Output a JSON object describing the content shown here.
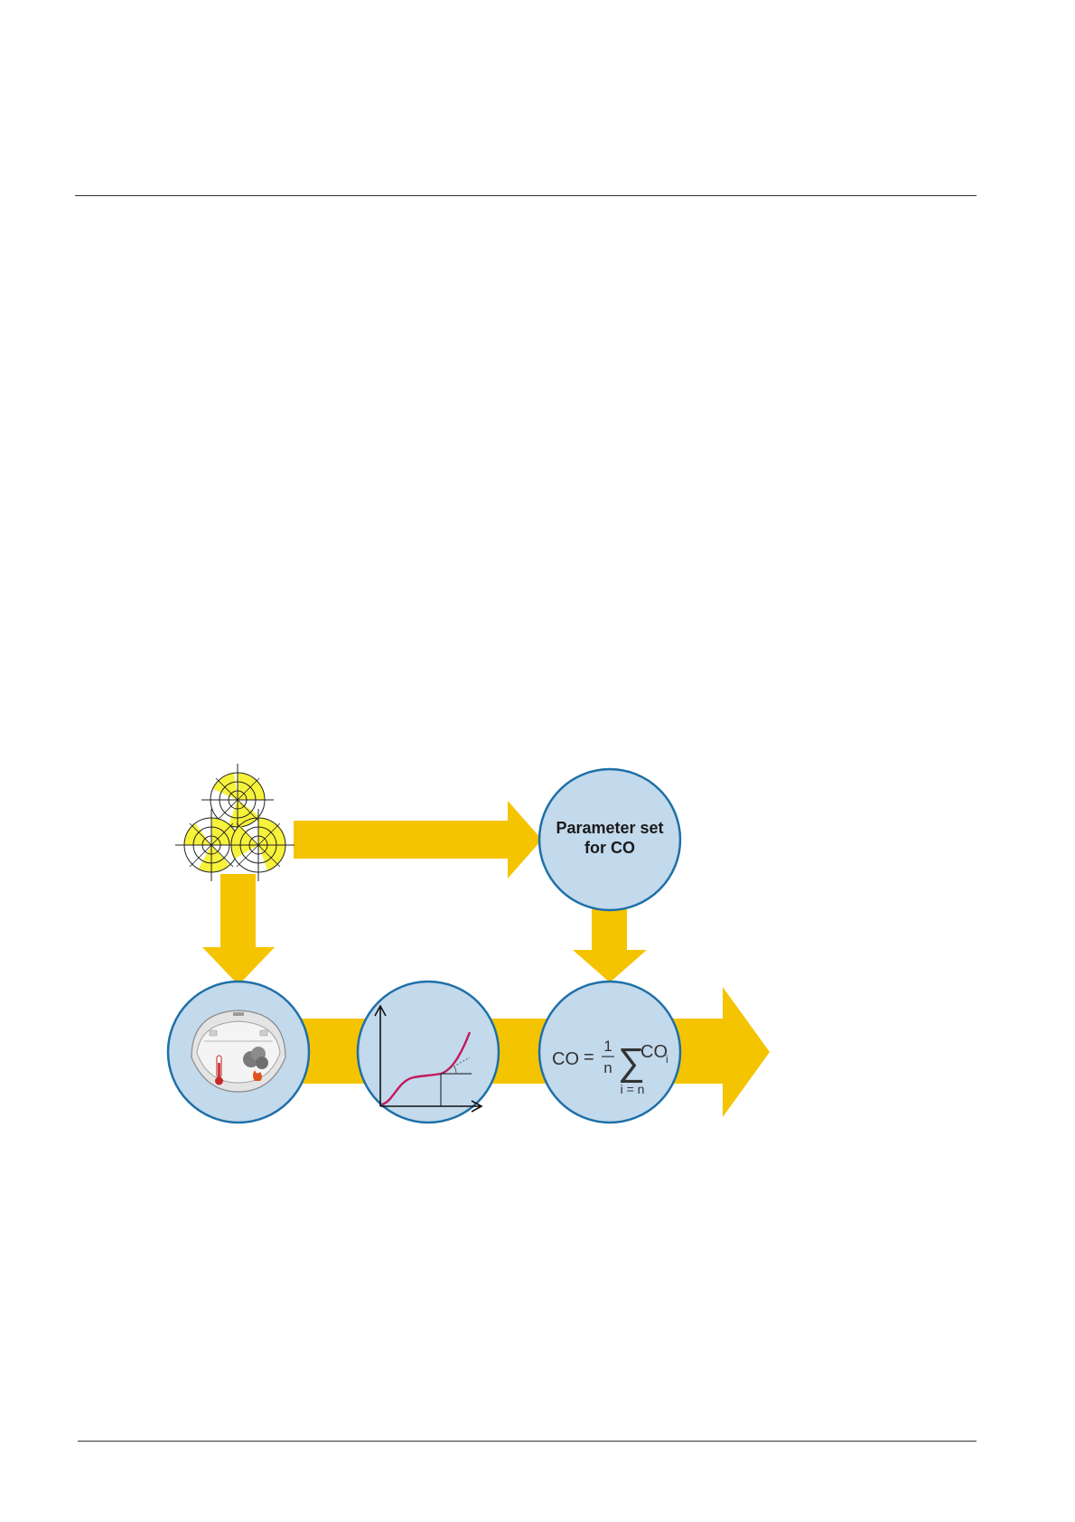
{
  "diagram": {
    "parameter_node": {
      "label_line1": "Parameter set",
      "label_line2": "for CO"
    },
    "formula": {
      "lhs": "CO",
      "equals": "=",
      "numerator": "1",
      "denominator": "n",
      "sum_symbol": "∑",
      "term": "CO",
      "term_subscript": "i",
      "sum_index": "i = n"
    },
    "icons": {
      "source": "polar-diagrams-icon",
      "detector": "smoke-detector-icon",
      "curve": "response-curve-icon",
      "thermometer": "thermometer-icon",
      "fire": "fire-icon"
    },
    "colors": {
      "arrow": "#F5C400",
      "circle_fill": "#C3D9EC",
      "circle_stroke": "#1E6FA8",
      "curve": "#C2185B",
      "polar_fill": "#F7F23A"
    }
  }
}
